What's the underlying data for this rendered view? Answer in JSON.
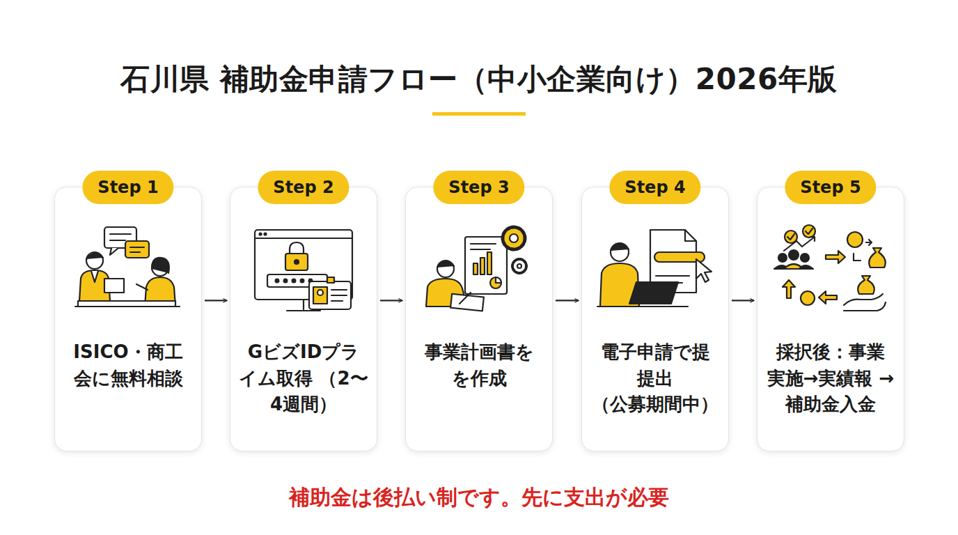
{
  "diagram": {
    "title": "石川県 補助金申請フロー（中小企業向け）2026年版",
    "nodes": [
      {
        "text": [
          "Step 1",
          "ISICO・商工 会に無料相談"
        ]
      },
      {
        "text": [
          "Step 2",
          "GビズIDプラ イム取得 （2〜4週間）"
        ]
      },
      {
        "text": [
          "Step 3",
          "事業計画書を を作成"
        ]
      },
      {
        "text": [
          "Step 4",
          "電子申請で提 提出 （公募期間中）"
        ]
      },
      {
        "text": [
          "Step 5",
          "採択後：事業 実施→実績報 →補助金入金"
        ]
      }
    ],
    "edges": [
      {
        "from": 0,
        "to": 1,
        "arrow": "to"
      },
      {
        "from": 1,
        "to": 2,
        "arrow": "to"
      },
      {
        "from": 2,
        "to": 3,
        "arrow": "to"
      },
      {
        "from": 3,
        "to": 4,
        "arrow": "to"
      }
    ],
    "labels": [
      "補助金は後払い制です。先に支出が必要"
    ]
  }
}
